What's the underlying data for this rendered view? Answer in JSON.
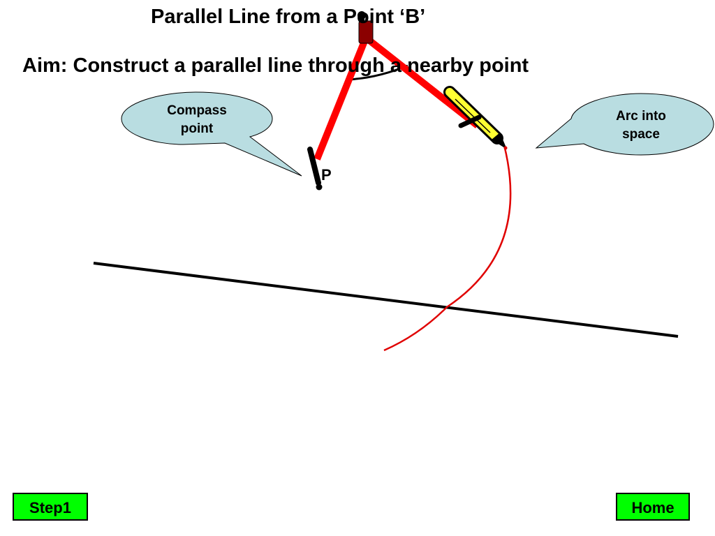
{
  "title": "Parallel Line from a Point ‘B’",
  "aim": "Aim: Construct a parallel line through a nearby point",
  "callouts": {
    "compass": "Compass point",
    "arc": "Arc into space"
  },
  "point_label": "P",
  "buttons": {
    "step": "Step1",
    "home": "Home"
  },
  "colors": {
    "compass_arm": "#ff0000",
    "arc": "#e00000",
    "callout_fill": "#b9dde1",
    "button_fill": "#00ff00",
    "pencil": "#ffff33",
    "hinge": "#8b0000"
  }
}
